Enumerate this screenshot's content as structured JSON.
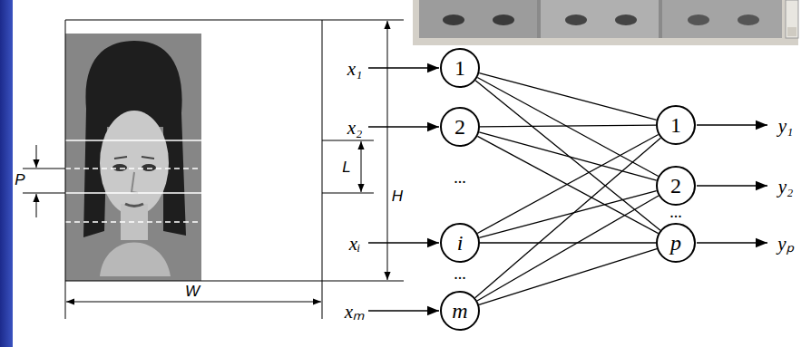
{
  "diagram": {
    "nodes": [
      {
        "text": [
          "1"
        ]
      },
      {
        "text": [
          "2"
        ]
      },
      {
        "text": [
          "i"
        ]
      },
      {
        "text": [
          "m"
        ]
      },
      {
        "text": [
          "1"
        ]
      },
      {
        "text": [
          "2"
        ]
      },
      {
        "text": [
          "p"
        ]
      }
    ],
    "edges": [
      {
        "from": 0,
        "to": 4,
        "arrow": "none"
      },
      {
        "from": 0,
        "to": 5,
        "arrow": "none"
      },
      {
        "from": 0,
        "to": 6,
        "arrow": "none"
      },
      {
        "from": 1,
        "to": 4,
        "arrow": "none"
      },
      {
        "from": 1,
        "to": 5,
        "arrow": "none"
      },
      {
        "from": 1,
        "to": 6,
        "arrow": "none"
      },
      {
        "from": 2,
        "to": 4,
        "arrow": "none"
      },
      {
        "from": 2,
        "to": 5,
        "arrow": "none"
      },
      {
        "from": 2,
        "to": 6,
        "arrow": "none"
      },
      {
        "from": 3,
        "to": 4,
        "arrow": "none"
      },
      {
        "from": 3,
        "to": 5,
        "arrow": "none"
      },
      {
        "from": 3,
        "to": 6,
        "arrow": "none"
      }
    ],
    "labels": [
      "P",
      "L",
      "H",
      "W",
      "x₁",
      "x₂",
      "xᵢ",
      "xₘ",
      "y₁",
      "y₂",
      "yₚ",
      "...",
      "...",
      "..."
    ]
  }
}
